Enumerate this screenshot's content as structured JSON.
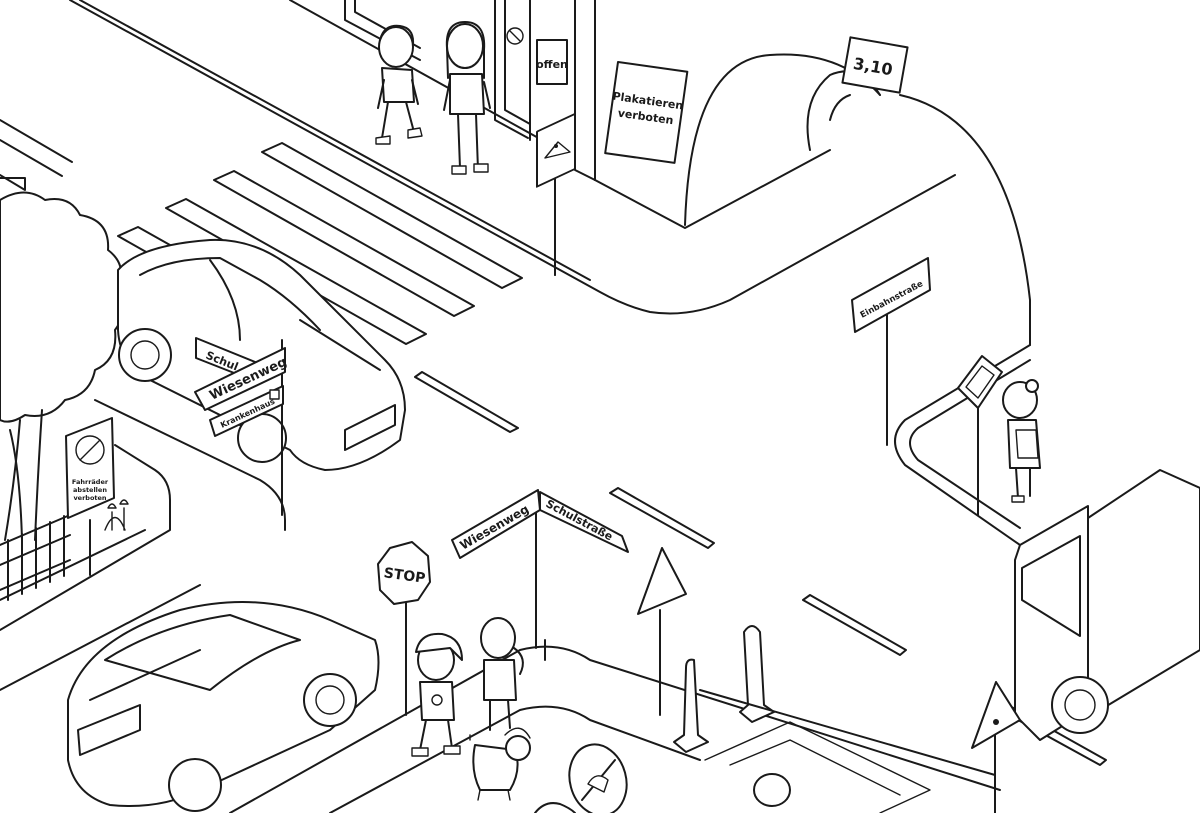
{
  "signs": {
    "door_open": "offen",
    "poster_line1": "Plakatieren",
    "poster_line2": "verboten",
    "height_limit": "3,10",
    "one_way": "Einbahnstraße",
    "left_post_schul": "Schul",
    "left_post_wiesenweg": "Wiesenweg",
    "left_post_krankenhaus": "Krankenhaus",
    "bike_line1": "Fahrräder",
    "bike_line2": "abstellen",
    "bike_line3": "verboten",
    "center_wiesenweg": "Wiesenweg",
    "center_schulstrasse": "Schulstraße",
    "stop": "STOP"
  },
  "icons": {
    "crosswalk_sign": "pedestrian-crossing-icon",
    "no_bikes": "no-bicycle-parking-icon",
    "no_dogs": "no-dogs-icon",
    "roadworks": "roadworks-icon",
    "hospital": "hospital-plus-icon"
  }
}
